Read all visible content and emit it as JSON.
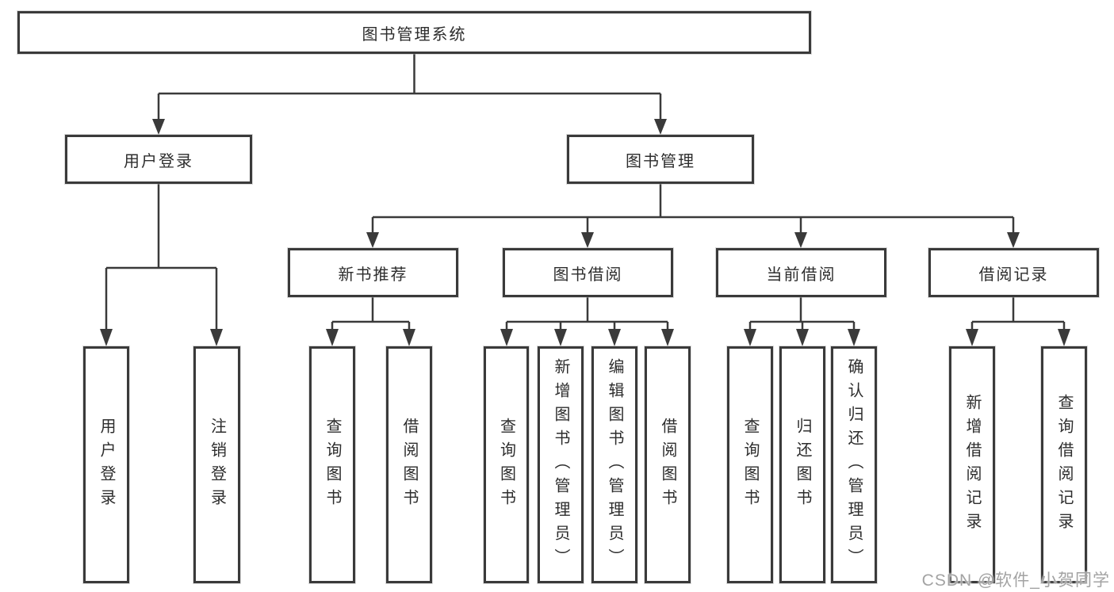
{
  "tree": {
    "root": {
      "label": "图书管理系统"
    },
    "children": [
      {
        "label": "用户登录",
        "children": [
          {
            "label": "用户登录"
          },
          {
            "label": "注销登录"
          }
        ]
      },
      {
        "label": "图书管理",
        "children": [
          {
            "label": "新书推荐",
            "children": [
              {
                "label": "查询图书"
              },
              {
                "label": "借阅图书"
              }
            ]
          },
          {
            "label": "图书借阅",
            "children": [
              {
                "label": "查询图书"
              },
              {
                "label": "新增图书（管理员）"
              },
              {
                "label": "编辑图书（管理员）"
              },
              {
                "label": "借阅图书"
              }
            ]
          },
          {
            "label": "当前借阅",
            "children": [
              {
                "label": "查询图书"
              },
              {
                "label": "归还图书"
              },
              {
                "label": "确认归还（管理员）"
              }
            ]
          },
          {
            "label": "借阅记录",
            "children": [
              {
                "label": "新增借阅记录"
              },
              {
                "label": "查询借阅记录"
              }
            ]
          }
        ]
      }
    ]
  },
  "watermark": {
    "text": "CSDN @软件_小贺同学"
  },
  "colors": {
    "line": "#3a3a3a",
    "text": "#2d2d2d",
    "background": "#ffffff",
    "watermark": "#a3a3a3"
  }
}
